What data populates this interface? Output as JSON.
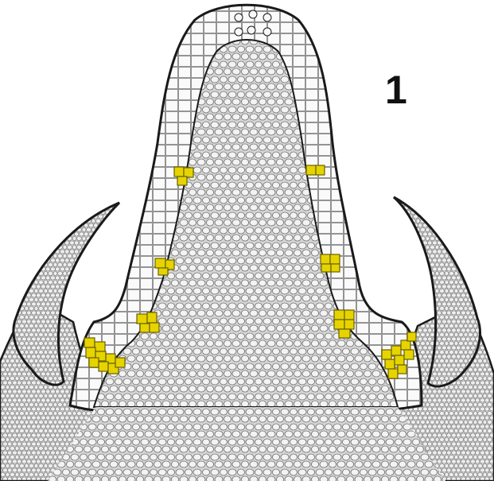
{
  "figure": {
    "panel_label": "1",
    "colors": {
      "tissue_fill": "#d6d6d6",
      "tissue_fill_dark": "#c4c4c4",
      "cell_fill": "#f3f3f3",
      "cell_outline": "#6e6e6e",
      "outline": "#1a1a1a",
      "highlight_fill": "#e6d400",
      "highlight_outline": "#6b6000",
      "background": "#ffffff"
    },
    "structures": [
      {
        "name": "shoot-apex",
        "shape": "dome"
      },
      {
        "name": "tunica-layer",
        "shape": "outer cell layers of dome"
      },
      {
        "name": "leaf-primordium-left",
        "shape": "curved horn"
      },
      {
        "name": "leaf-primordium-right",
        "shape": "curved horn"
      },
      {
        "name": "highlighted-cell-clusters",
        "count": 8
      }
    ]
  }
}
